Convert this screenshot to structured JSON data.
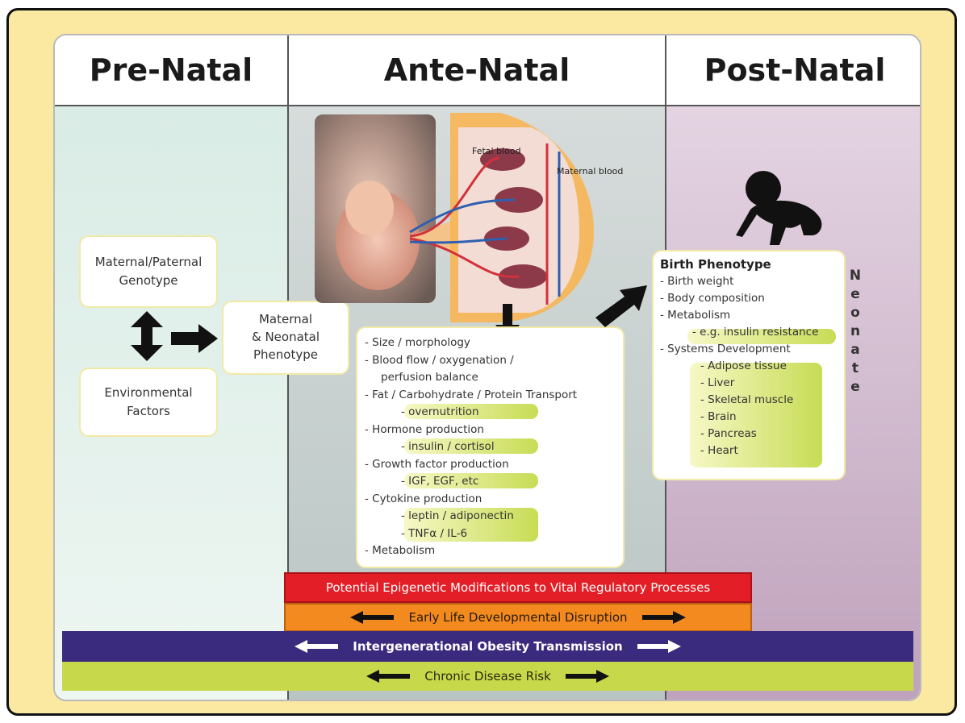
{
  "headers": {
    "pre": "Pre-Natal",
    "ante": "Ante-Natal",
    "post": "Post-Natal"
  },
  "prenatal": {
    "genotype_line1": "Maternal/Paternal",
    "genotype_line2": "Genotype",
    "environment_line1": "Environmental",
    "environment_line2": "Factors",
    "phenotype_line1": "Maternal",
    "phenotype_line2": "& Neonatal",
    "phenotype_line3": "Phenotype"
  },
  "anatomy": {
    "fetal_blood": "Fetal blood",
    "maternal_blood": "Maternal blood"
  },
  "antenatal_list": [
    "- Size / morphology",
    "- Blood flow / oxygenation /",
    "perfusion balance",
    "- Fat / Carbohydrate / Protein Transport",
    "- overnutrition",
    "- Hormone production",
    "- insulin / cortisol",
    "- Growth factor production",
    "- IGF, EGF, etc",
    "- Cytokine production",
    "- leptin / adiponectin",
    "- TNFα / IL-6",
    "- Metabolism"
  ],
  "birth": {
    "title": "Birth Phenotype",
    "items": [
      "- Birth weight",
      "- Body composition",
      "- Metabolism",
      "- e.g. insulin resistance",
      "- Systems Development",
      "- Adipose tissue",
      "- Liver",
      "- Skeletal muscle",
      "- Brain",
      "- Pancreas",
      "- Heart"
    ]
  },
  "neonate_letters": [
    "N",
    "e",
    "o",
    "n",
    "a",
    "t",
    "e"
  ],
  "bands": {
    "epigenetic": "Potential Epigenetic Modifications to Vital Regulatory Processes",
    "disruption": "Early Life Developmental Disruption",
    "transmission": "Intergenerational Obesity Transmission",
    "chronic": "Chronic Disease Risk"
  },
  "colors": {
    "frame": "#fbe9a2",
    "prenatal_bg": "#e2f1ec",
    "antenatal_bg": "#c9d3d1",
    "postnatal_bg": "#c7aac4",
    "highlight": "#c8dc55",
    "epigenetic": "#e41e26",
    "disruption": "#f28a1f",
    "transmission": "#3b2b7f",
    "chronic": "#c7d84a"
  },
  "icons": [
    "double-vertical-arrow-icon",
    "right-arrow-icon",
    "down-arrow-icon",
    "up-right-arrow-icon",
    "crawling-baby-icon",
    "left-arrow-icon"
  ]
}
